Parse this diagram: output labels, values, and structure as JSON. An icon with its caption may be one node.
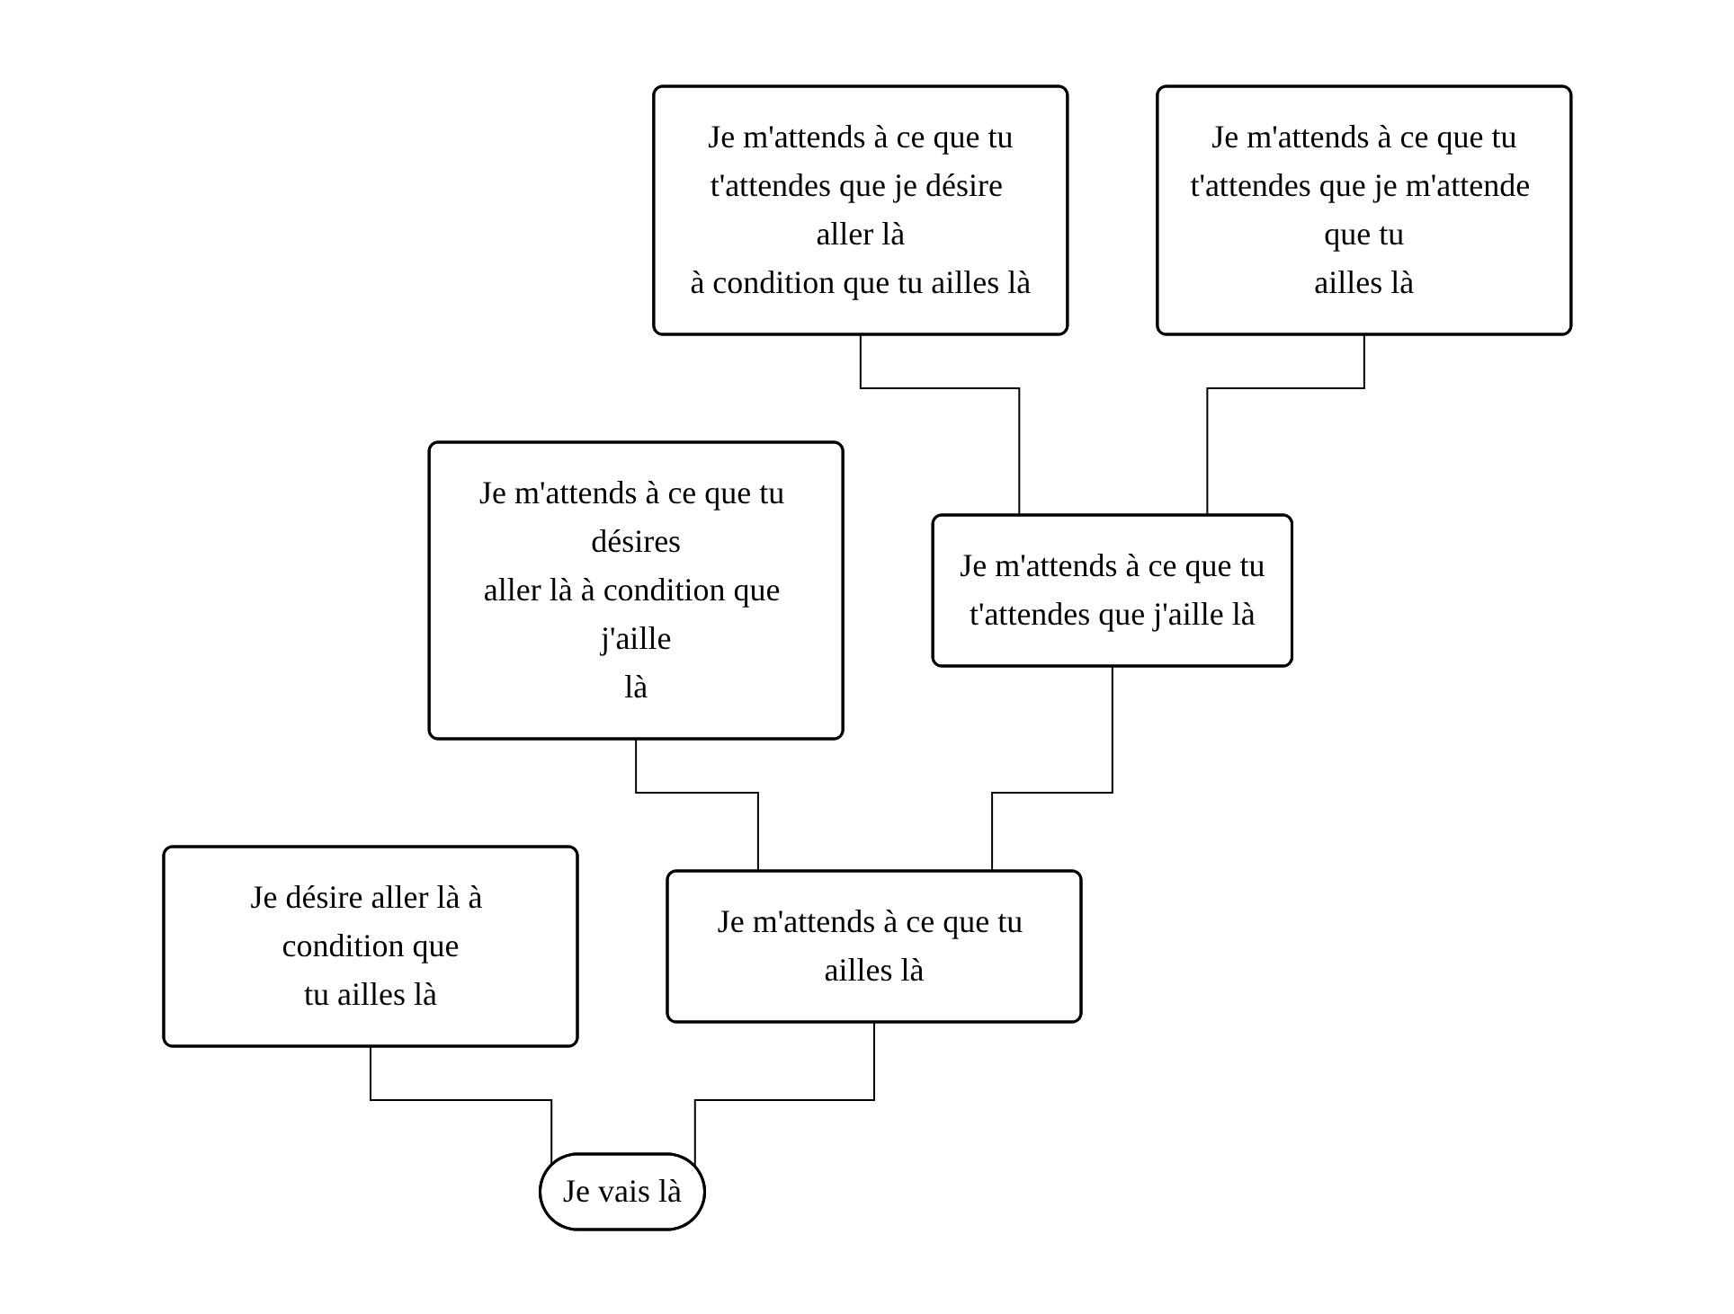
{
  "diagram": {
    "nodes": [
      {
        "text": [
          "Je m'attends à ce que tu t'attendes que je désire aller là à condition que tu ailles là"
        ]
      },
      {
        "text": [
          "Je m'attends à ce que tu t'attendes que je m'attende que tu ailles là"
        ]
      },
      {
        "text": [
          "Je m'attends à ce que tu désires aller là à condition que j'aille là"
        ]
      },
      {
        "text": [
          "Je m'attends à ce que tu t'attendes que j'aille là"
        ]
      },
      {
        "text": [
          "Je désire aller là à condition que tu ailles là"
        ]
      },
      {
        "text": [
          "Je m'attends à ce que tu ailles là"
        ]
      },
      {
        "text": [
          "Je vais là"
        ]
      }
    ],
    "edges": [
      {
        "from": 0,
        "to": 3,
        "arrow": "none"
      },
      {
        "from": 1,
        "to": 3,
        "arrow": "none"
      },
      {
        "from": 2,
        "to": 5,
        "arrow": "none"
      },
      {
        "from": 3,
        "to": 5,
        "arrow": "none"
      },
      {
        "from": 4,
        "to": 6,
        "arrow": "none"
      },
      {
        "from": 5,
        "to": 6,
        "arrow": "none"
      }
    ]
  }
}
